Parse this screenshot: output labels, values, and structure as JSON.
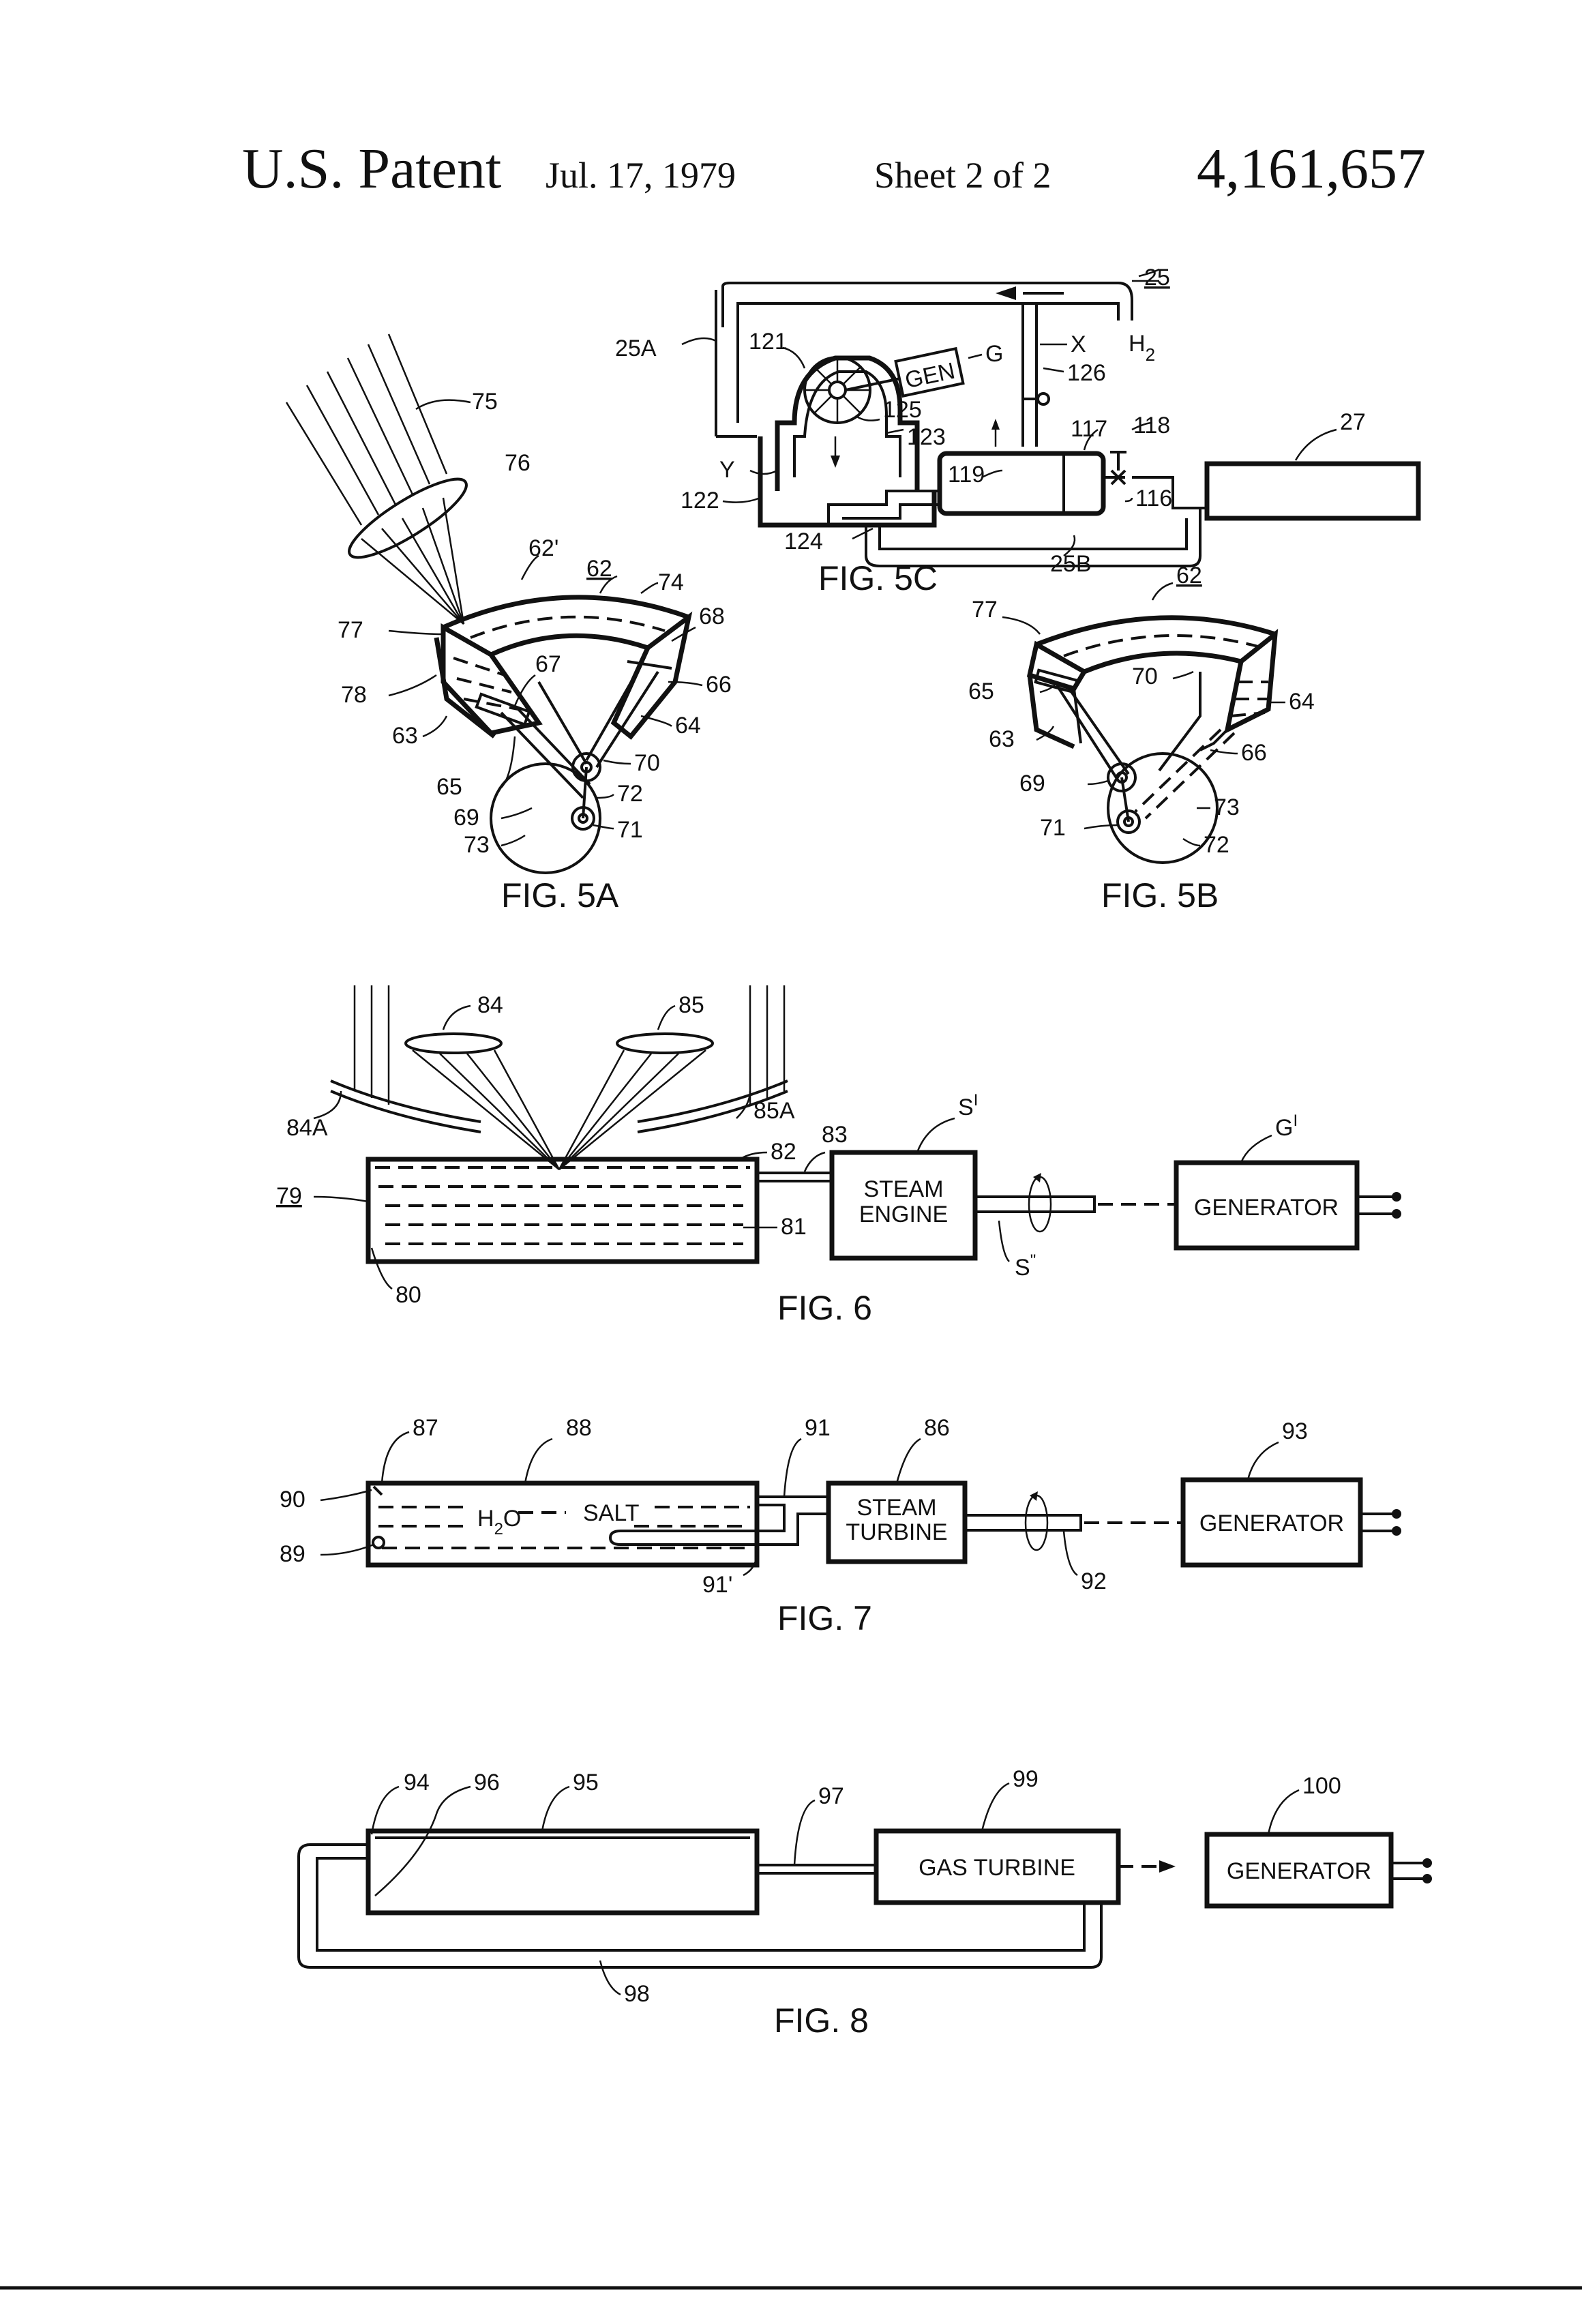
{
  "header": {
    "title": "U.S. Patent",
    "date": "Jul. 17, 1979",
    "sheet": "Sheet 2 of 2",
    "patent_number": "4,161,657"
  },
  "fig5c": {
    "caption": "FIG. 5C",
    "labels": {
      "l25": "25",
      "h2": "H",
      "h2sub": "2",
      "l25a": "25A",
      "l121": "121",
      "gen": "GEN",
      "g": "G",
      "x": "X",
      "l126": "126",
      "l125": "125",
      "l123": "123",
      "l119": "119",
      "l117": "117",
      "l118": "118",
      "l27": "27",
      "y": "Y",
      "l122": "122",
      "l116": "116",
      "l124": "124",
      "l25b": "25B"
    }
  },
  "fig5a": {
    "caption": "FIG. 5A",
    "labels": {
      "l75": "75",
      "l76": "76",
      "l62p": "62'",
      "l62": "62",
      "l74": "74",
      "l68": "68",
      "l77": "77",
      "l67": "67",
      "l66": "66",
      "l78": "78",
      "l64": "64",
      "l63": "63",
      "l65": "65",
      "l70": "70",
      "l72": "72",
      "l69": "69",
      "l71": "71",
      "l73": "73"
    }
  },
  "fig5b": {
    "caption": "FIG. 5B",
    "labels": {
      "l62": "62",
      "l77": "77",
      "l70": "70",
      "l65": "65",
      "l64": "64",
      "l63": "63",
      "l66": "66",
      "l69": "69",
      "l73": "73",
      "l71": "71",
      "l72": "72"
    }
  },
  "fig6": {
    "caption": "FIG. 6",
    "labels": {
      "l84": "84",
      "l85": "85",
      "l84a": "84A",
      "l85a": "85A",
      "s1": "S",
      "s1sup": "I",
      "l82": "82",
      "l83": "83",
      "g1": "G",
      "g1sup": "I",
      "l79": "79",
      "l81": "81",
      "l80": "80",
      "s2": "S",
      "s2sup": "\""
    },
    "engine": [
      "STEAM",
      "ENGINE"
    ],
    "generator": "GENERATOR"
  },
  "fig7": {
    "caption": "FIG. 7",
    "labels": {
      "l87": "87",
      "l88": "88",
      "l91": "91",
      "l86": "86",
      "l93": "93",
      "l90": "90",
      "l89": "89",
      "l91p": "91'",
      "l92": "92"
    },
    "tank_h2o": "H",
    "tank_h2o_sub": "2",
    "tank_h2o_end": "O",
    "tank_salt": "SALT",
    "turbine": [
      "STEAM",
      "TURBINE"
    ],
    "generator": "GENERATOR"
  },
  "fig8": {
    "caption": "FIG. 8",
    "labels": {
      "l94": "94",
      "l96": "96",
      "l95": "95",
      "l97": "97",
      "l99": "99",
      "l100": "100",
      "l98": "98"
    },
    "turbine": "GAS TURBINE",
    "generator": "GENERATOR"
  }
}
